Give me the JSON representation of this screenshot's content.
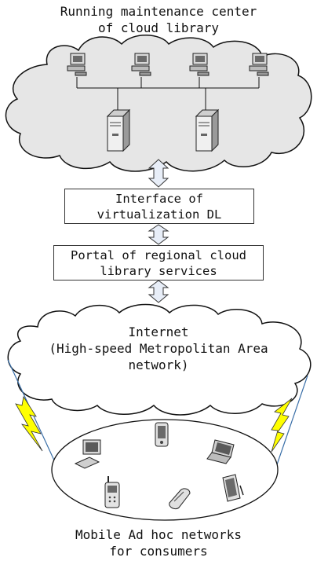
{
  "top_title": "Running maintenance center\nof cloud library",
  "interface_box": "Interface of\nvirtualization DL",
  "portal_box": "Portal of regional cloud\nlibrary services",
  "internet_label": "Internet\n(High-speed Metropolitan Area\nnetwork)",
  "bottom_title": "Mobile Ad hoc networks\nfor consumers",
  "colors": {
    "cloud_fill": "#e6e6e6",
    "line": "#111111",
    "arrow_fill": "#e8eef8",
    "lightning": "#ffff00",
    "link_line": "#3a6fa8"
  },
  "icons": {
    "workstations": [
      "desktop-computer-icon",
      "desktop-computer-icon",
      "desktop-computer-icon",
      "desktop-computer-icon"
    ],
    "servers": [
      "server-tower-icon",
      "server-tower-icon"
    ],
    "mobile_devices": [
      "desktop-computer-icon",
      "smartphone-icon",
      "laptop-icon",
      "cell-phone-icon",
      "flip-phone-icon",
      "tablet-pda-icon"
    ]
  }
}
